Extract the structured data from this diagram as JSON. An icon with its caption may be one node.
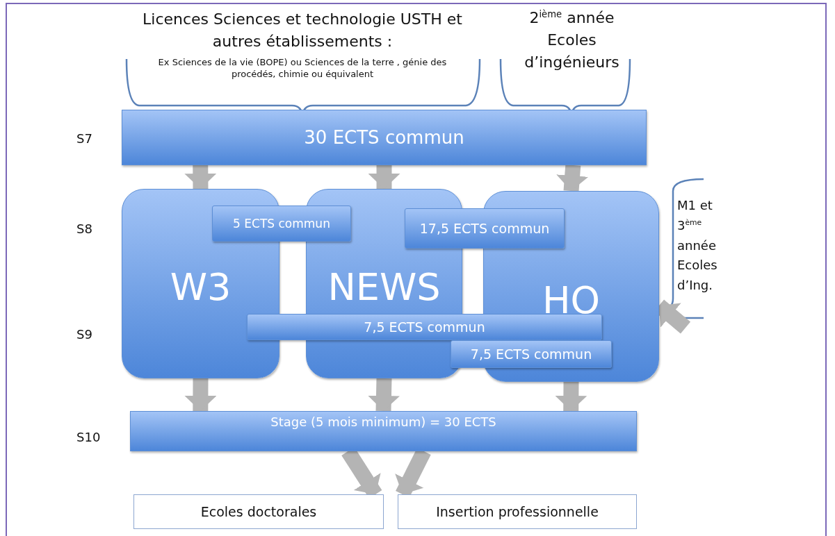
{
  "diagram": {
    "nodes": [
      {
        "text": [
          "30 ECTS commun"
        ]
      },
      {
        "text": [
          "W3"
        ]
      },
      {
        "text": [
          "NEWS"
        ]
      },
      {
        "text": [
          "HO"
        ]
      },
      {
        "text": [
          "5 ECTS commun"
        ]
      },
      {
        "text": [
          "17,5 ECTS commun"
        ]
      },
      {
        "text": [
          "7,5 ECTS commun"
        ]
      },
      {
        "text": [
          "7,5 ECTS commun"
        ]
      },
      {
        "text": [
          "Stage (5 mois minimum) = 30 ECTS"
        ]
      },
      {
        "text": [
          "Ecoles doctorales"
        ]
      },
      {
        "text": [
          "Insertion professionnelle"
        ]
      },
      {
        "text": [
          "M1 et 3$^{ème}$ année Ecoles d’Ing."
        ]
      }
    ],
    "edges": [
      {
        "from": 0,
        "to": 1,
        "arrow": "to"
      },
      {
        "from": 0,
        "to": 2,
        "arrow": "to"
      },
      {
        "from": 0,
        "to": 3,
        "arrow": "to"
      },
      {
        "from": 11,
        "to": 3,
        "arrow": "to"
      },
      {
        "from": 1,
        "to": 8,
        "arrow": "to"
      },
      {
        "from": 2,
        "to": 8,
        "arrow": "to"
      },
      {
        "from": 3,
        "to": 8,
        "arrow": "to"
      },
      {
        "from": 8,
        "to": 9,
        "arrow": "to"
      },
      {
        "from": 8,
        "to": 10,
        "arrow": "to"
      }
    ],
    "labels": [
      "Licences Sciences et technologie USTH et autres établissements :",
      "2$^{ième}$ année Ecoles d’ingénieurs",
      "Ex Sciences de la vie (BOPE) ou Sciences de la terre , génie des procédés, chimie  ou équivalent",
      "S7",
      "S8",
      "S9",
      "S10"
    ]
  }
}
